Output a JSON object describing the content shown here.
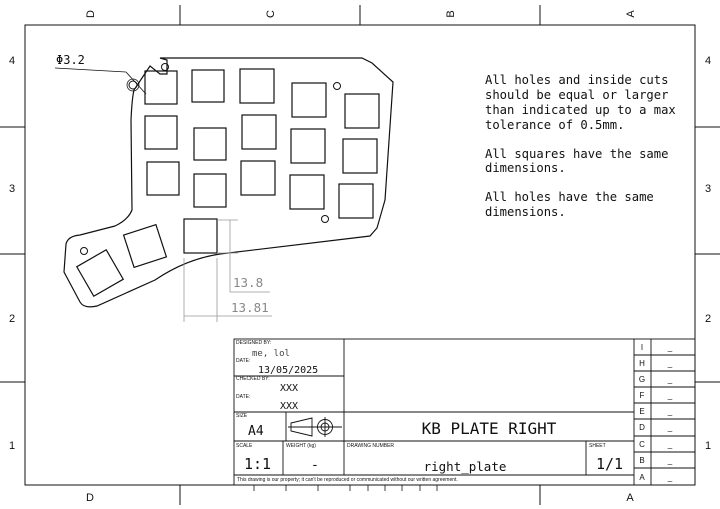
{
  "border": {
    "top_letters": [
      "D",
      "C",
      "B",
      "A"
    ],
    "bottom_letters": [
      "D",
      "A"
    ],
    "left_numbers": [
      "4",
      "3",
      "2",
      "1"
    ],
    "right_numbers": [
      "4",
      "3",
      "2",
      "1"
    ]
  },
  "drawing": {
    "hole_callout": "Φ3.2",
    "dim_small": "13.8",
    "dim_large": "13.81"
  },
  "notes": [
    "All holes and inside cuts",
    "should be equal or larger",
    "than indicated up to a max",
    "tolerance of 0.5mm.",
    "",
    "All squares have the same",
    "dimensions.",
    "",
    "All holes have the same",
    "dimensions."
  ],
  "title_block": {
    "designed_by_label": "DESIGNED BY:",
    "designed_by": "me, lol",
    "date_label": "DATE:",
    "date": "13/05/2025",
    "checked_by_label": "CHECKED BY:",
    "checked_by": "XXX",
    "date2_label": "DATE:",
    "date2": "XXX",
    "size_label": "SIZE",
    "size": "A4",
    "title": "KB PLATE RIGHT",
    "scale_label": "SCALE",
    "scale": "1:1",
    "weight_label": "WEIGHT (kg)",
    "weight": "-",
    "drawing_number_label": "DRAWING NUMBER",
    "drawing_number": "right_plate",
    "sheet_label": "SHEET",
    "sheet": "1/1",
    "disclaimer": "This drawing is our property; it can't be reproduced or communicated without our written agreement."
  },
  "revisions": {
    "letters": [
      "I",
      "H",
      "G",
      "F",
      "E",
      "D",
      "C",
      "B",
      "A"
    ],
    "values": [
      "_",
      "_",
      "_",
      "_",
      "_",
      "_",
      "_",
      "_",
      "_"
    ]
  }
}
